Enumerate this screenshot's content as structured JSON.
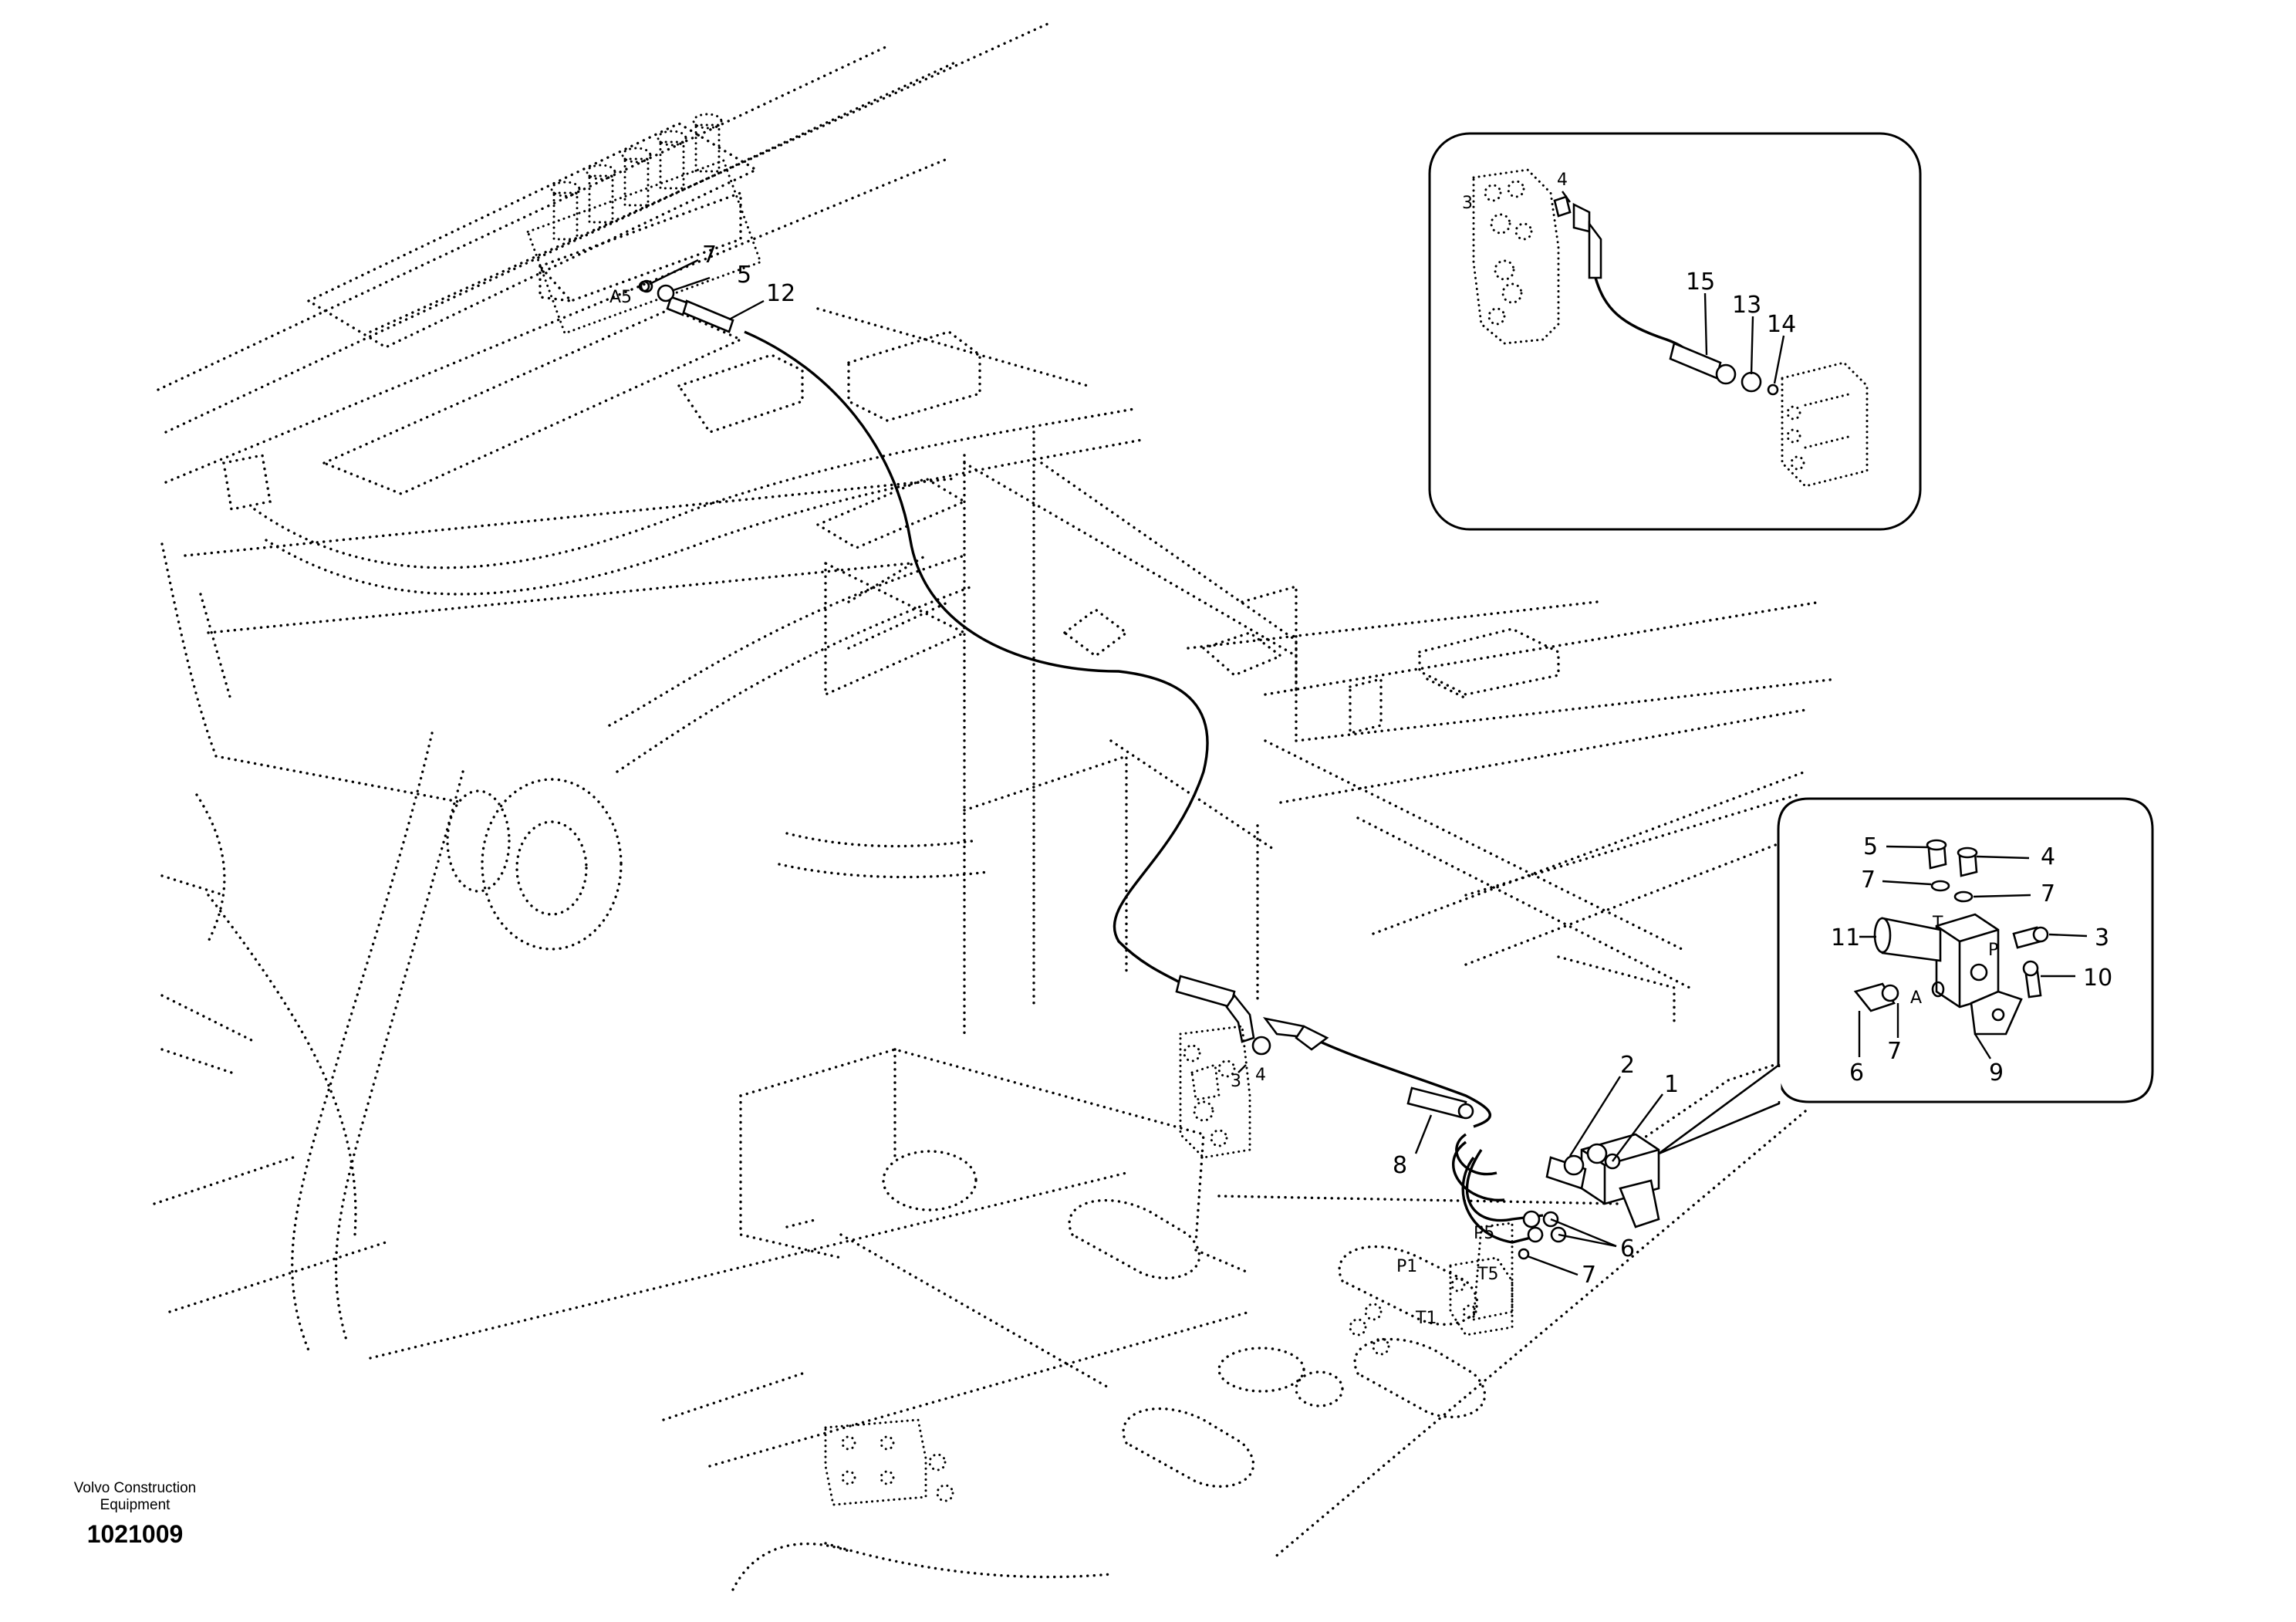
{
  "diagram": {
    "callouts_main": {
      "c1": "1",
      "c2": "2",
      "c3": "3",
      "c4": "4",
      "c5": "5",
      "c6": "6",
      "c7a": "7",
      "c7b": "7",
      "c8": "8",
      "c12": "12"
    },
    "ports_main": {
      "a5": "A5",
      "p1": "P1",
      "t1": "T1",
      "p5": "P5",
      "t5": "T5"
    },
    "inset_top": {
      "c3": "3",
      "c4": "4",
      "c13": "13",
      "c14": "14",
      "c15": "15"
    },
    "inset_right": {
      "c3": "3",
      "c4": "4",
      "c5": "5",
      "c6": "6",
      "c7a": "7",
      "c7b": "7",
      "c7c": "7",
      "c9": "9",
      "c10": "10",
      "c11": "11",
      "port_a": "A",
      "port_p": "P",
      "port_t": "T"
    }
  },
  "footer": {
    "brand_line1": "Volvo Construction",
    "brand_line2": "Equipment",
    "drawing_number": "1021009"
  }
}
